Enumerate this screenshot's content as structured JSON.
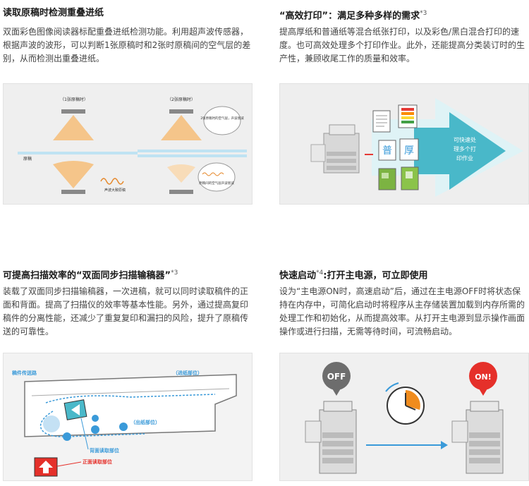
{
  "panels": [
    {
      "title": "读取原稿时检测重叠进纸",
      "sup": "",
      "body": "双面彩色图像阅读器标配重叠进纸检测功能。利用超声波传感器，根据声波的波形，可以判断1张原稿时和2张时原稿间的空气层的差别，从而检测出重叠进纸。",
      "illus": {
        "label_one": "（1张原稿时）",
        "label_two": "（2张原稿时）",
        "paper_label": "原稿",
        "wave_label_one": "声波大致原稿",
        "bubble_label": "2张原稿时的空气层，声波衰减",
        "wave_label_two": "原稿间的空气层声波衰减"
      }
    },
    {
      "title": "“高效打印”：满足多种多样的需求",
      "sup": "*3",
      "body": "提高厚纸和普通纸等混合纸张打印，以及彩色/黑白混合打印的速度。也可高效处理多个打印作业。此外，还能提高分类装订时的生产性，兼顾收尾工作的质量和效率。",
      "illus": {
        "char_plain": "普",
        "char_thick": "厚",
        "arrow_text_1": "可快速处",
        "arrow_text_2": "理多个打",
        "arrow_text_3": "印作业"
      }
    },
    {
      "title": "可提高扫描效率的“双面同步扫描输稿器”",
      "sup": "*3",
      "body": "装载了双面同步扫描输稿器，一次进稿，就可以同时读取稿件的正面和背面。提高了扫描仪的效率等基本性能。另外，通过提高复印稿件的分离性能，还减少了重复复印和漏扫的风险，提升了原稿传送的可靠性。",
      "illus": {
        "path_label": "稿件传送路",
        "feed_label": "（进纸部位）",
        "exit_label": "（出纸部位）",
        "back_label": "背面读取部位",
        "front_label": "正面读取部位"
      }
    },
    {
      "title": "快速启动",
      "sup": "*4",
      "title_tail": ":打开主电源，可立即使用",
      "body": "设为“主电源ON时，高速启动”后，通过在主电源OFF时将状态保持在内存中，可简化启动时将程序从主存储装置加载到内存所需的处理工作和初始化，从而提高效率。从打开主电源到显示操作画面操作或进行扫描，无需等待时间，可流畅启动。",
      "illus": {
        "off_label": "OFF",
        "on_label": "ON!"
      }
    }
  ],
  "colors": {
    "accent_blue": "#3a9ad9",
    "arrow_teal": "#49b8c9",
    "on_red": "#e5302a",
    "off_gray": "#6d6d6d",
    "clock_orange": "#f08c1e"
  }
}
